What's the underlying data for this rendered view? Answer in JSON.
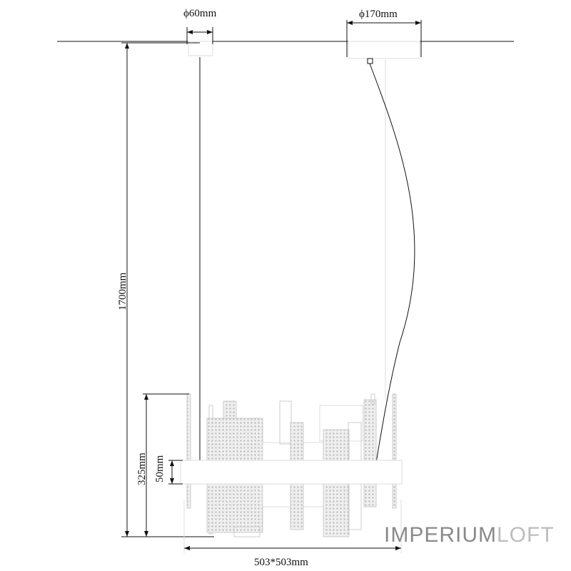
{
  "dimensions": {
    "left_canopy_diameter": "ϕ60mm",
    "right_canopy_diameter": "ϕ170mm",
    "total_height": "1700mm",
    "body_height": "325mm",
    "band_height": "50mm",
    "width": "503*503mm"
  },
  "logo": {
    "part1": "IMPERIUM",
    "part2": "LOFT",
    "colors": {
      "part1": "#8a8a8a",
      "part2": "#bdbdbd"
    }
  },
  "colors": {
    "line": "#111111",
    "panel": "#d9d9d9",
    "outline": "#cccccc"
  }
}
